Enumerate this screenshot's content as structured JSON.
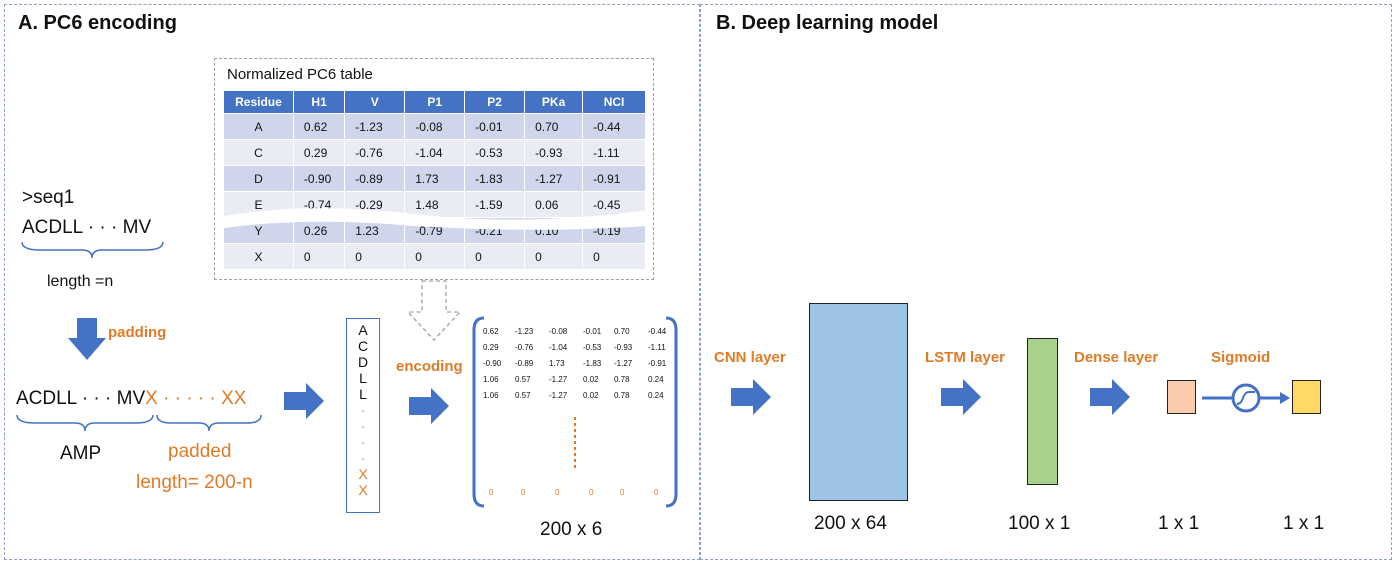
{
  "panel_a": {
    "title": "A. PC6 encoding",
    "table_title": "Normalized PC6 table",
    "table_headers": [
      "Residue",
      "H1",
      "V",
      "P1",
      "P2",
      "PKa",
      "NCI"
    ],
    "table_rows": [
      [
        "A",
        "0.62",
        "-1.23",
        "-0.08",
        "-0.01",
        "0.70",
        "-0.44"
      ],
      [
        "C",
        "0.29",
        "-0.76",
        "-1.04",
        "-0.53",
        "-0.93",
        "-1.11"
      ],
      [
        "D",
        "-0.90",
        "-0.89",
        "1.73",
        "-1.83",
        "-1.27",
        "-0.91"
      ],
      [
        "E",
        "-0.74",
        "-0.29",
        "1.48",
        "-1.59",
        "0.06",
        "-0.45"
      ],
      [
        "Y",
        "0.26",
        "1.23",
        "-0.79",
        "-0.21",
        "0.10",
        "-0.19"
      ],
      [
        "X",
        "0",
        "0",
        "0",
        "0",
        "0",
        "0"
      ]
    ],
    "seq_header": ">seq1",
    "seq_text": "ACDLL · · · MV",
    "length_label": "length =n",
    "padding_label": "padding",
    "padded_seq_black": "ACDLL · · · MV",
    "padded_seq_orange": "X · · · · · XX",
    "amp_label": "AMP",
    "padded_label": "padded",
    "padded_length": "length= 200-n",
    "column_letters_black": [
      "A",
      "C",
      "D",
      "L",
      "L"
    ],
    "column_dots": [
      "·",
      "·",
      "·",
      "·"
    ],
    "column_letters_orange": [
      "X",
      "X"
    ],
    "encoding_label": "encoding",
    "matrix_rows": [
      [
        "0.62",
        "-1.23",
        "-0.08",
        "-0.01",
        "0.70",
        "-0.44"
      ],
      [
        "0.29",
        "-0.76",
        "-1.04",
        "-0.53",
        "-0.93",
        "-1.11"
      ],
      [
        "-0.90",
        "-0.89",
        "1.73",
        "-1.83",
        "-1.27",
        "-0.91"
      ],
      [
        "1.06",
        "0.57",
        "-1.27",
        "0.02",
        "0.78",
        "0.24"
      ],
      [
        "1.06",
        "0.57",
        "-1.27",
        "0.02",
        "0.78",
        "0.24"
      ]
    ],
    "matrix_zero_row": [
      "0",
      "0",
      "0",
      "0",
      "0",
      "0"
    ],
    "matrix_size": "200 x 6"
  },
  "panel_b": {
    "title": "B. Deep learning model",
    "cnn_label": "CNN layer",
    "lstm_label": "LSTM layer",
    "dense_label": "Dense layer",
    "sigmoid_label": "Sigmoid",
    "cnn_size": "200 x 64",
    "lstm_size": "100 x 1",
    "dense_size": "1 x 1",
    "sigmoid_size": "1 x 1"
  },
  "colors": {
    "accent_orange": "#e07b28",
    "arrow_blue": "#4472c4",
    "table_header": "#4472c4",
    "cnn_block": "#9dc3e6",
    "lstm_block": "#a9d18e",
    "dense_block": "#f8cbad",
    "sigmoid_block": "#ffd966"
  }
}
